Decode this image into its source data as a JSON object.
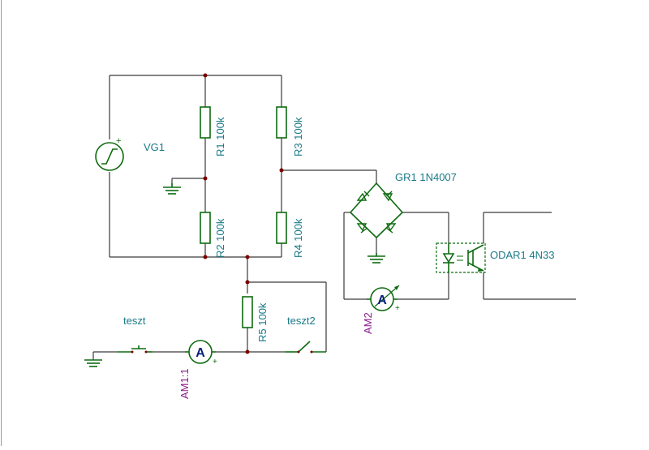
{
  "labels": {
    "vg1": "VG1",
    "r1": "R1 100k",
    "r2": "R2 100k",
    "r3": "R3 100k",
    "r4": "R4 100k",
    "r5": "R5 100k",
    "gr1": "GR1 1N4007",
    "odar1": "ODAR1 4N33",
    "am1": "AM1:1",
    "am2": "AM2",
    "switch1": "teszt",
    "switch2": "teszt2"
  },
  "symbols": {
    "ammeter": "A",
    "plus": "+"
  },
  "colors": {
    "wire": "#3a3a3a",
    "component": "#0e6b10",
    "label": "#1a7a88",
    "meter_label": "#8a1a8a",
    "meter_fill": "#0a1f7a",
    "junction": "#7a0000"
  }
}
